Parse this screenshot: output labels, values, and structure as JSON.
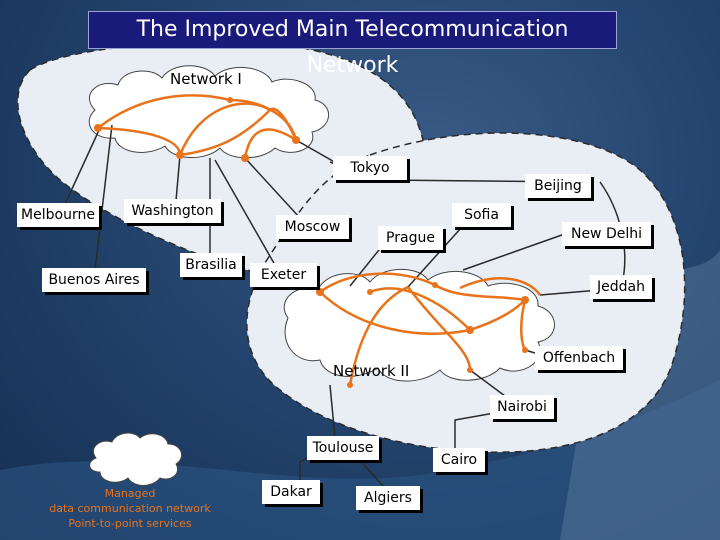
{
  "title": "The Improved Main Telecommunication Network",
  "networks": {
    "network1": "Network I",
    "network2": "Network II"
  },
  "nodes": {
    "tokyo": "Tokyo",
    "beijing": "Beijing",
    "melbourne": "Melbourne",
    "washington": "Washington",
    "moscow": "Moscow",
    "sofia": "Sofia",
    "new_delhi": "New Delhi",
    "prague": "Prague",
    "buenos_aires": "Buenos Aires",
    "brasilia": "Brasilia",
    "exeter": "Exeter",
    "jeddah": "Jeddah",
    "offenbach": "Offenbach",
    "nairobi": "Nairobi",
    "toulouse": "Toulouse",
    "cairo": "Cairo",
    "dakar": "Dakar",
    "algiers": "Algiers"
  },
  "legend": {
    "line1": "Managed",
    "line2": "data communication network",
    "line3": "Point-to-point services"
  },
  "colors": {
    "link": "#e8731a",
    "connector": "#2a2a2a",
    "region": "#e9eef5",
    "cloud": "#ffffff",
    "title_bg": "#1a1a7a"
  }
}
